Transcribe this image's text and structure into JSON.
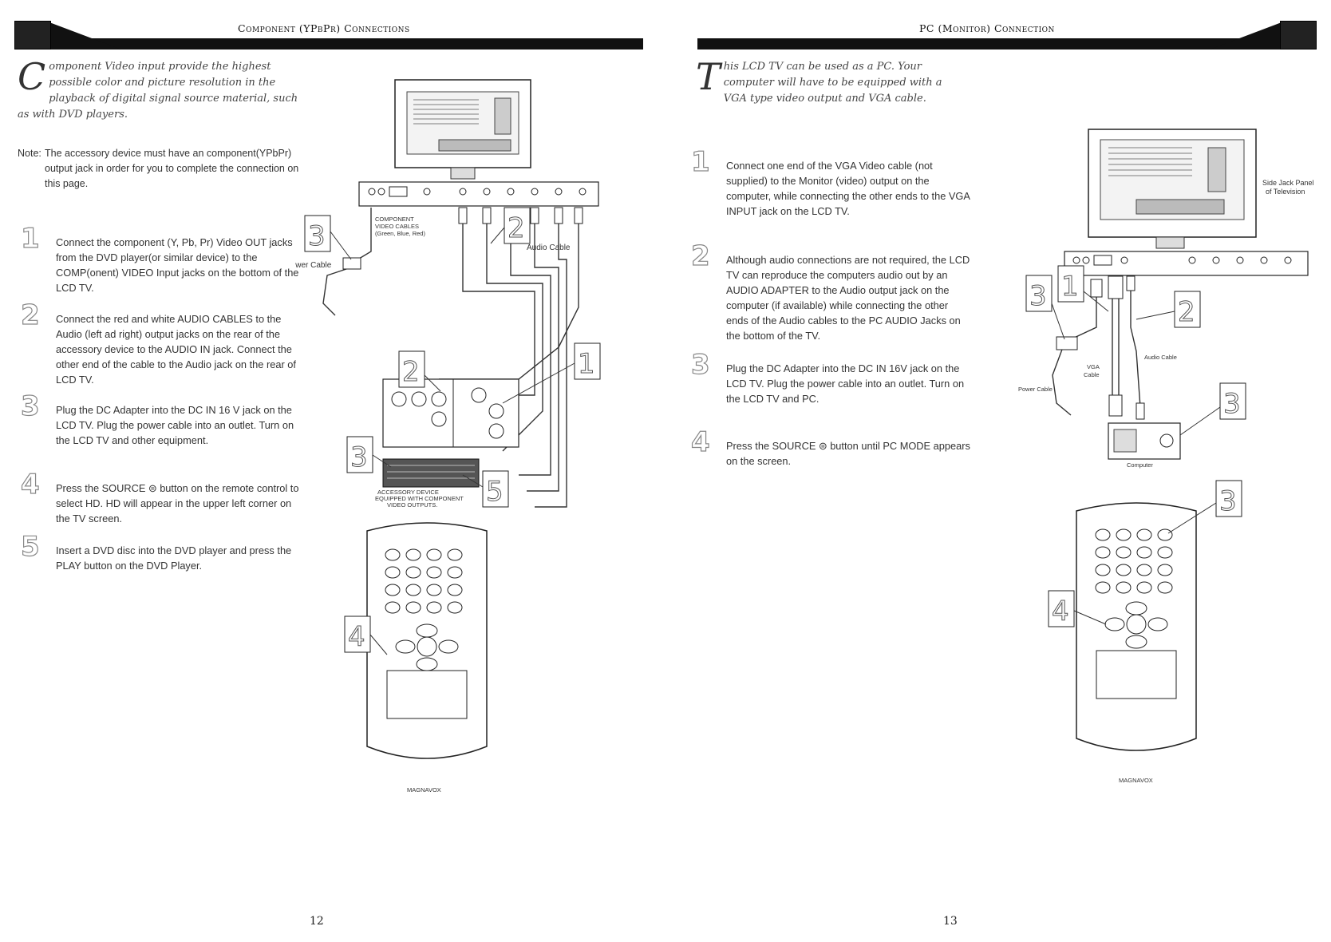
{
  "left": {
    "header_title": "Component (YPbPr) Connections",
    "intro_dropcap": "C",
    "intro_text": "omponent Video input provide the highest possible color and picture resolution in the playback of digital signal source material, such as with DVD players.",
    "note_label": "Note:",
    "note_text": "The accessory device must have an component(YPbPr) output jack in order for you to complete the connection on this page.",
    "steps": [
      {
        "num": "1",
        "text": "Connect the component (Y, Pb, Pr) Video OUT jacks from the DVD player(or similar device) to the COMP(onent) VIDEO Input jacks on the bottom of the LCD TV."
      },
      {
        "num": "2",
        "text": "Connect the red and white AUDIO CABLES to the Audio (left ad right) output jacks on the rear of the accessory device to the AUDIO IN jack. Connect the other end of the cable to the Audio jack on the rear of LCD TV."
      },
      {
        "num": "3",
        "text": "Plug the DC Adapter into the DC IN 16 V jack on the LCD TV. Plug the power cable into an outlet. Turn on the LCD TV and other equipment."
      },
      {
        "num": "4",
        "text": "Press the SOURCE ⊜ button on the remote control to select HD. HD will appear in the upper left corner on the TV screen."
      },
      {
        "num": "5",
        "text": "Insert a DVD disc into the DVD player and press the PLAY button on the DVD Player."
      }
    ],
    "diagram": {
      "power_cable": "Power Cable",
      "audio_cable": "Audio Cable",
      "component_cables_1": "COMPONENT",
      "component_cables_2": "VIDEO CABLES",
      "component_cables_3": "(Green, Blue, Red)",
      "accessory_1": "ACCESSORY DEVICE",
      "accessory_2": "EQUIPPED WITH COMPONENT",
      "accessory_3": "VIDEO OUTPUTS.",
      "brand": "MAGNAVOX",
      "callouts": [
        "3",
        "2",
        "2",
        "1",
        "3",
        "5",
        "4"
      ]
    },
    "page_number": "12"
  },
  "right": {
    "header_title": "PC (Monitor) Connection",
    "intro_dropcap": "T",
    "intro_text": "his LCD TV can be used as a PC. Your computer will have to be equipped with a VGA type video output and VGA cable.",
    "steps": [
      {
        "num": "1",
        "text": "Connect one end of the VGA Video cable (not supplied) to the Monitor (video) output on the computer, while connecting the other ends to the VGA INPUT jack on the LCD TV."
      },
      {
        "num": "2",
        "text": "Although audio connections are not required, the LCD TV can reproduce the computers audio out by an AUDIO ADAPTER to the Audio output jack on the computer (if available) while connecting the other ends of the Audio cables to the PC AUDIO Jacks on the bottom of the TV."
      },
      {
        "num": "3",
        "text": "Plug the DC Adapter into the DC IN 16V jack on the LCD TV. Plug the power cable into an outlet. Turn on the LCD TV and PC."
      },
      {
        "num": "4",
        "text": "Press the SOURCE ⊜ button until PC MODE appears on the screen."
      }
    ],
    "diagram": {
      "side_jack_1": "Side Jack Panel",
      "side_jack_2": "of Television",
      "vga_cable_1": "VGA",
      "vga_cable_2": "Cable",
      "audio_cable": "Audio Cable",
      "power_cable": "Power Cable",
      "computer": "Computer",
      "brand": "MAGNAVOX",
      "callouts": [
        "3",
        "1",
        "2",
        "3",
        "3",
        "4"
      ]
    },
    "page_number": "13"
  }
}
